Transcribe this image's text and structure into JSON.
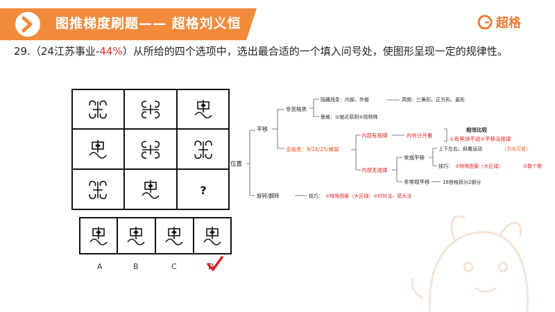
{
  "header": {
    "title": "图推梯度刷题—— 超格刘义恒",
    "brand": "超格",
    "accent_color": "#f28a3c",
    "brand_color": "#f07a30"
  },
  "question": {
    "number": "29.",
    "source_prefix": "（24江苏事业-",
    "accuracy": "44%",
    "source_suffix": "）从所给的四个选项中，选出最合适的一个填入问号处，使图形呈现一定的规律性。"
  },
  "puzzle": {
    "unknown_mark": "?",
    "option_labels": [
      "A",
      "B",
      "C",
      "D"
    ],
    "answer": "D",
    "answer_mark_icon": "red-check-icon"
  },
  "mindmap": {
    "root": "位置",
    "translation": "平移",
    "non_grid": "非宫格类",
    "hidden_lines": "隐藏线条：内部、外部",
    "high_freq": "高频：三角形、正方形、菱形",
    "thinking": "思维：①就近原则②找特殊",
    "grid": "宫格类：9/16/25/蜂窝",
    "inner_regular": "内部有规律",
    "inner_outer": "内外分开看",
    "neighbor_compare": "相邻比较",
    "black_block_rule": "①有黑块不动②平移没规律",
    "inner_irregular": "内部无规律",
    "regular_translation": "常规平移",
    "directions": "上下左右、斜着运动",
    "direction_variable": "（方向可变）",
    "skills_prefix": "技巧：",
    "special_pattern": "①特殊图案（大区域）",
    "count": "②数个数",
    "irregular_translation": "非常规平移",
    "split16": "16宫格拆分2部分",
    "rotate_flip": "旋转/翻转",
    "rotate_skills": "技巧：",
    "rotate_tricks": "①特殊图案（大区域）②时针法、箭头法"
  }
}
